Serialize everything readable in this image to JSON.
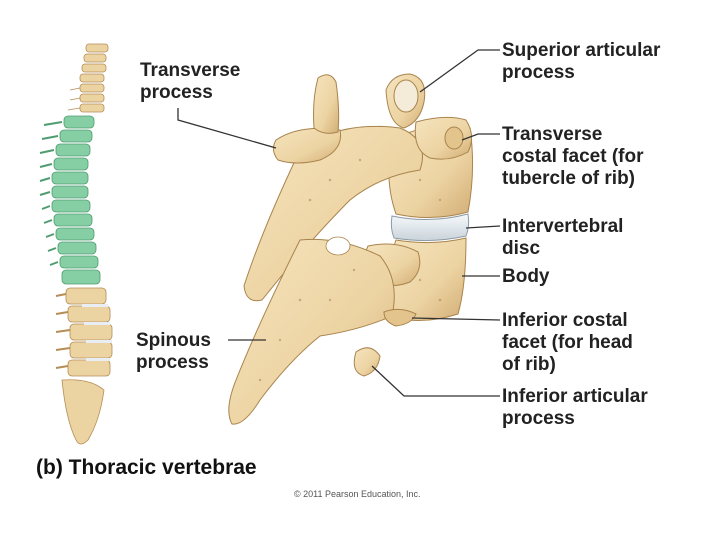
{
  "labels": {
    "transverse_process": "Transverse\nprocess",
    "superior_articular_process": "Superior articular\nprocess",
    "transverse_costal_facet": "Transverse\ncostal facet (for\ntubercle of rib)",
    "intervertebral_disc": "Intervertebral\ndisc",
    "body": "Body",
    "inferior_costal_facet": "Inferior costal\nfacet (for head\nof rib)",
    "inferior_articular_process": "Inferior articular\nprocess",
    "spinous_process": "Spinous\nprocess"
  },
  "caption": {
    "part": "(b)",
    "title": "Thoracic vertebrae"
  },
  "copyright": "© 2011 Pearson Education, Inc.",
  "colors": {
    "bone": "#ecd3a2",
    "bone_shadow": "#c9a46a",
    "thoracic_highlight": "#86cfa4",
    "disc": "#e8eef3",
    "leader_line": "#333333"
  }
}
